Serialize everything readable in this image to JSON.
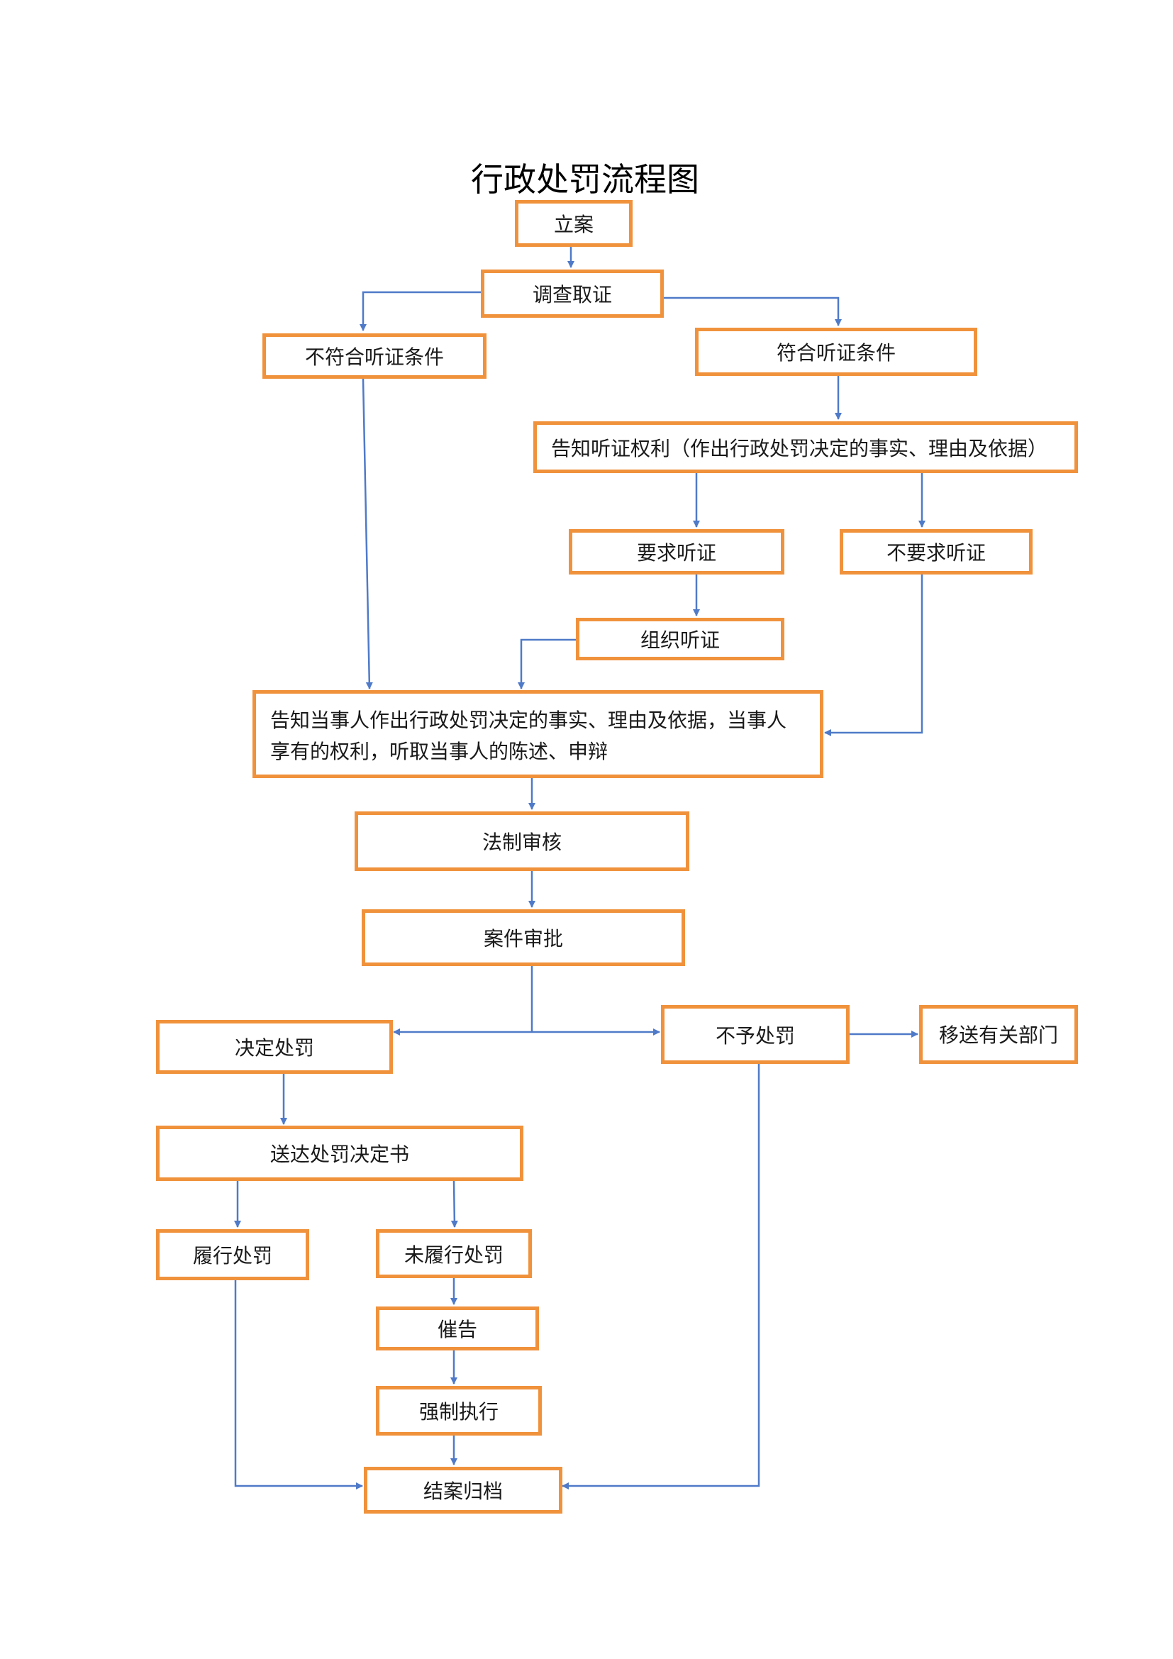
{
  "title": "行政处罚流程图",
  "colors": {
    "box_border": "#f0923c",
    "connector": "#4f7ac8"
  },
  "nodes": {
    "lian": "立案",
    "diaocha": "调查取证",
    "bufuhe": "不符合听证条件",
    "fuhe": "符合听证条件",
    "gaozhi_tingzheng": "告知听证权利（作出行政处罚决定的事实、理由及依据）",
    "yaoqiu": "要求听证",
    "buyaoqiu": "不要求听证",
    "zuzhi": "组织听证",
    "gaozhi_dangshiren": "告知当事人作出行政处罚决定的事实、理由及依据，当事人享有的权利，听取当事人的陈述、申辩",
    "fazhi": "法制审核",
    "shenpi": "案件审批",
    "jueding": "决定处罚",
    "buyu": "不予处罚",
    "yisong": "移送有关部门",
    "songda": "送达处罚决定书",
    "lvxing": "履行处罚",
    "weilvxing": "未履行处罚",
    "cuigao": "催告",
    "qiangzhi": "强制执行",
    "jiean": "结案归档"
  }
}
